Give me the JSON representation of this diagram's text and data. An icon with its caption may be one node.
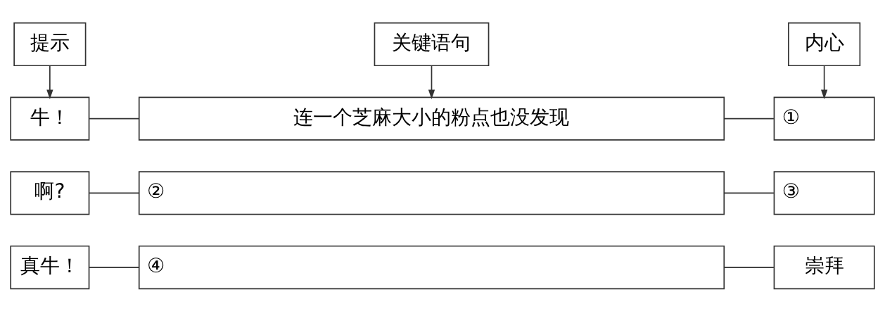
{
  "diagram": {
    "nodes": [
      {
        "text": [
          "提示"
        ]
      },
      {
        "text": [
          "关键语句"
        ]
      },
      {
        "text": [
          "内心"
        ]
      },
      {
        "text": [
          "牛！"
        ]
      },
      {
        "text": [
          "连一个芝麻大小的粉点也没发现"
        ]
      },
      {
        "text": [
          "①"
        ]
      },
      {
        "text": [
          "啊?"
        ]
      },
      {
        "text": [
          "②"
        ]
      },
      {
        "text": [
          "③"
        ]
      },
      {
        "text": [
          "真牛！"
        ]
      },
      {
        "text": [
          "④"
        ]
      },
      {
        "text": [
          "崇拜"
        ]
      }
    ],
    "edges": [
      {
        "from": 0,
        "to": 3,
        "arrow": "to"
      },
      {
        "from": 1,
        "to": 4,
        "arrow": "to"
      },
      {
        "from": 2,
        "to": 5,
        "arrow": "to"
      },
      {
        "from": 3,
        "to": 4,
        "arrow": "none"
      },
      {
        "from": 4,
        "to": 5,
        "arrow": "none"
      },
      {
        "from": 6,
        "to": 7,
        "arrow": "none"
      },
      {
        "from": 7,
        "to": 8,
        "arrow": "none"
      },
      {
        "from": 9,
        "to": 10,
        "arrow": "none"
      },
      {
        "from": 10,
        "to": 11,
        "arrow": "none"
      }
    ]
  }
}
